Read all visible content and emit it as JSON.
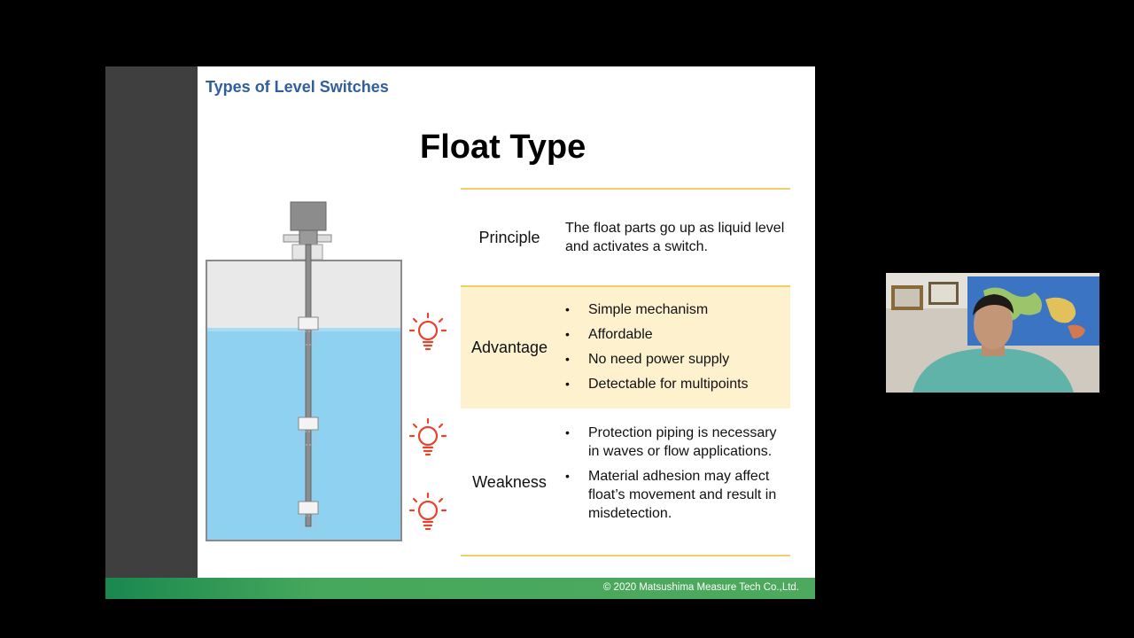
{
  "slide": {
    "section_title": "Types of Level Switches",
    "main_title": "Float Type",
    "footer": "© 2020 Matsushima Measure Tech Co.,Ltd.",
    "principle": {
      "label": "Principle",
      "text": "The float parts go up as liquid level and activates a switch."
    },
    "advantage": {
      "label": "Advantage",
      "items": [
        "Simple mechanism",
        "Affordable",
        "No need power supply",
        "Detectable for multipoints"
      ]
    },
    "weakness": {
      "label": "Weakness",
      "items": [
        "Protection piping is necessary in waves or flow applications.",
        "Material adhesion may affect float’s movement and result in misdetection."
      ]
    },
    "diagram": {
      "icons": [
        "float-tank-icon",
        "lightbulb-icon"
      ],
      "colors": {
        "liquid": "#8fd1f0",
        "bulb": "#e8432b",
        "divider": "#f0cf67",
        "advantage_bg": "#fdf1ce"
      }
    }
  },
  "webcam": {
    "icon": "presenter-webcam-icon"
  }
}
